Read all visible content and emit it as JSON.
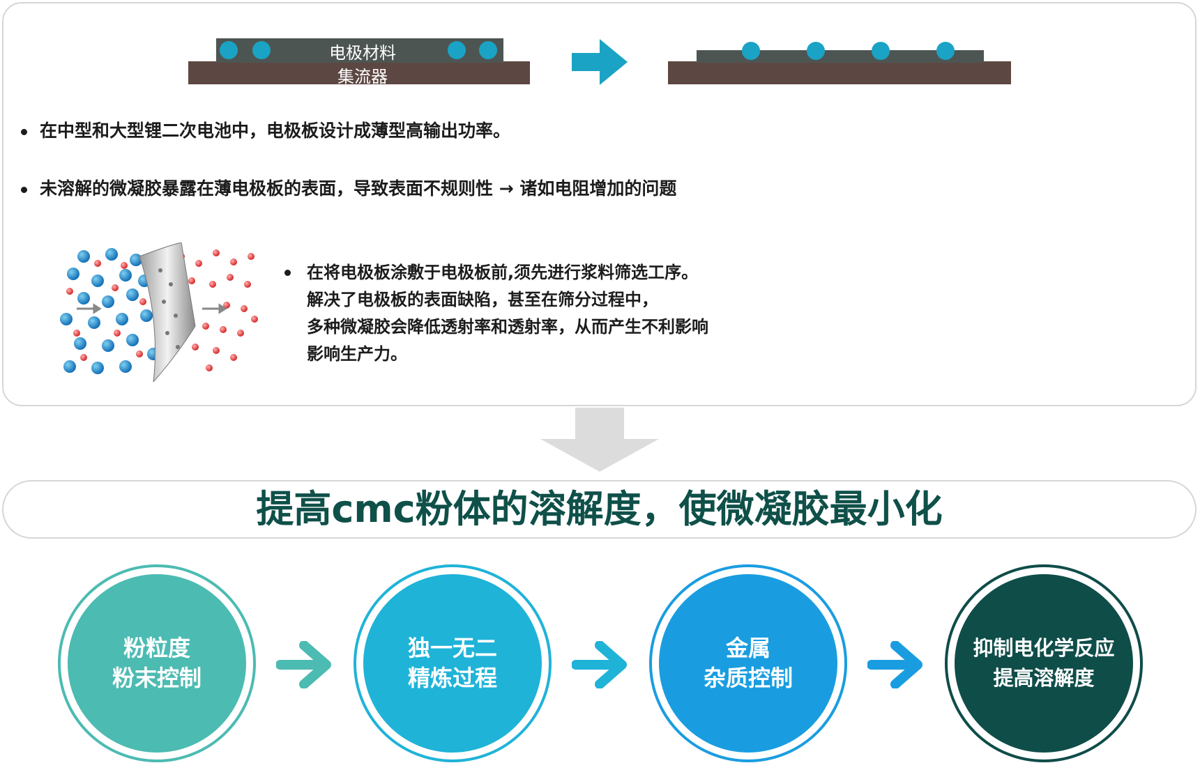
{
  "diagram": {
    "layer_labels": {
      "material": "电极材料",
      "collector": "集流器"
    },
    "bullets": [
      "在中型和大型锂二次电池中，电极板设计成薄型高输出功率。",
      "未溶解的微凝胶暴露在薄电极板的表面，导致表面不规则性 → 诸如电阻增加的问题"
    ],
    "filter_text": [
      "在将电极板涂敷于电极板前,须先进行浆料筛选工序。",
      "解决了电极板的表面缺陷，甚至在筛分过程中，",
      "多种微凝胶会降低透射率和透射率，从而产生不利影响",
      "影响生产力。"
    ],
    "headline": "提高cmc粉体的溶解度，使微凝胶最小化",
    "steps": [
      {
        "line1": "粉粒度",
        "line2": "粉末控制"
      },
      {
        "line1": "独一无二",
        "line2": "精炼过程"
      },
      {
        "line1": "金属",
        "line2": "杂质控制"
      },
      {
        "line1": "抑制电化学反应",
        "line2": "提高溶解度"
      }
    ],
    "colors": {
      "collector": "#5d4742",
      "material": "#4d5553",
      "particle": "#1aa3c4",
      "headline": "#0f5049",
      "step1": "#4cbbb2",
      "step2": "#1fb3d8",
      "step3": "#1a9de0",
      "step4": "#0f4d49"
    },
    "icons": [
      "right-arrow-icon",
      "down-arrow-icon",
      "chevron-arrow-icon"
    ]
  }
}
